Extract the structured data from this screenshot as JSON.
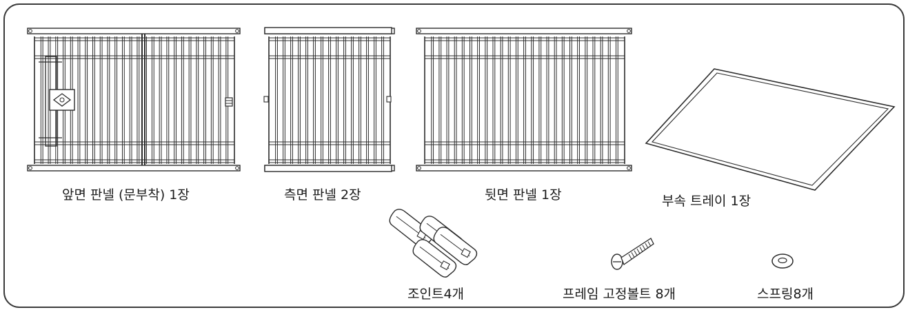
{
  "parts": {
    "front_panel": {
      "label": "앞면 판넬 (문부착) 1장"
    },
    "side_panel": {
      "label": "측면 판넬 2장"
    },
    "back_panel": {
      "label": "뒷면 판넬 1장"
    },
    "tray": {
      "label": "부속 트레이 1장"
    },
    "joint": {
      "label": "조인트4개"
    },
    "bolt": {
      "label": "프레임 고정볼트 8개"
    },
    "spring": {
      "label": "스프링8개"
    }
  },
  "colors": {
    "line": "#2a2a2a",
    "frame": "#3a3a3a",
    "background": "#ffffff"
  }
}
